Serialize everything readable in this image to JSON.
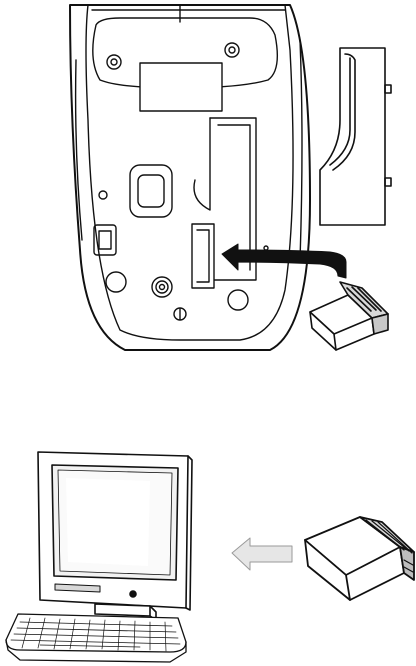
{
  "figure": {
    "colors": {
      "line": "#111111",
      "paper": "#ffffff",
      "shade_light": "#f2f2f2",
      "shade_mid": "#d8d8d8",
      "arrow_gray": "#e6e6e6"
    }
  },
  "steps": [
    {
      "parts": [
        "mouse-underside",
        "battery-cover",
        "usb-receiver",
        "insert-arrow"
      ]
    },
    {
      "parts": [
        "computer-monitor",
        "keyboard",
        "usb-receiver",
        "plug-in-arrow"
      ]
    }
  ]
}
